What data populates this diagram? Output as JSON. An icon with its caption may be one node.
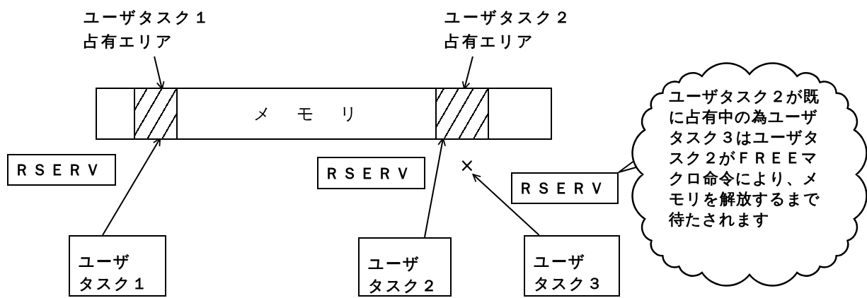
{
  "diagram": {
    "nodes": [
      {
        "text": [
          "メ モ リ"
        ]
      },
      {
        "text": [],
        "shape": "box",
        "in": 0
      },
      {
        "text": [],
        "shape": "box",
        "in": 0
      },
      {
        "text": [
          "ユーザタスク１占有エリア"
        ]
      },
      {
        "text": [
          "ユーザタスク２占有エリア"
        ]
      },
      {
        "text": [
          "ＲＳＥＲＶ"
        ]
      },
      {
        "text": [
          "ＲＳＥＲＶ"
        ]
      },
      {
        "text": [
          "ＲＳＥＲＶ"
        ]
      },
      {
        "text": [
          "ユーザ",
          "タスク１"
        ]
      },
      {
        "text": [
          "ユーザ",
          "タスク２"
        ]
      },
      {
        "text": [
          "ユーザ",
          "タスク３"
        ]
      },
      {
        "text": [
          "ユーザタスク２が既に占有中の為ユーザタスク３はユーザタスク２がＦＲＥＥマクロ命令により、メモリを解放するまで待たされます"
        ]
      },
      {
        "text": [
          "×"
        ]
      }
    ],
    "edges": [
      {
        "from": 3,
        "to": 1,
        "arrow": "to"
      },
      {
        "from": 4,
        "to": 2,
        "arrow": "to"
      },
      {
        "from": 8,
        "to": 1,
        "arrow": "to"
      },
      {
        "from": 9,
        "to": 2,
        "arrow": "to"
      },
      {
        "from": 10,
        "to": 12,
        "arrow": "to"
      },
      {
        "from": 11,
        "to": 7,
        "arrow": "none"
      }
    ]
  }
}
